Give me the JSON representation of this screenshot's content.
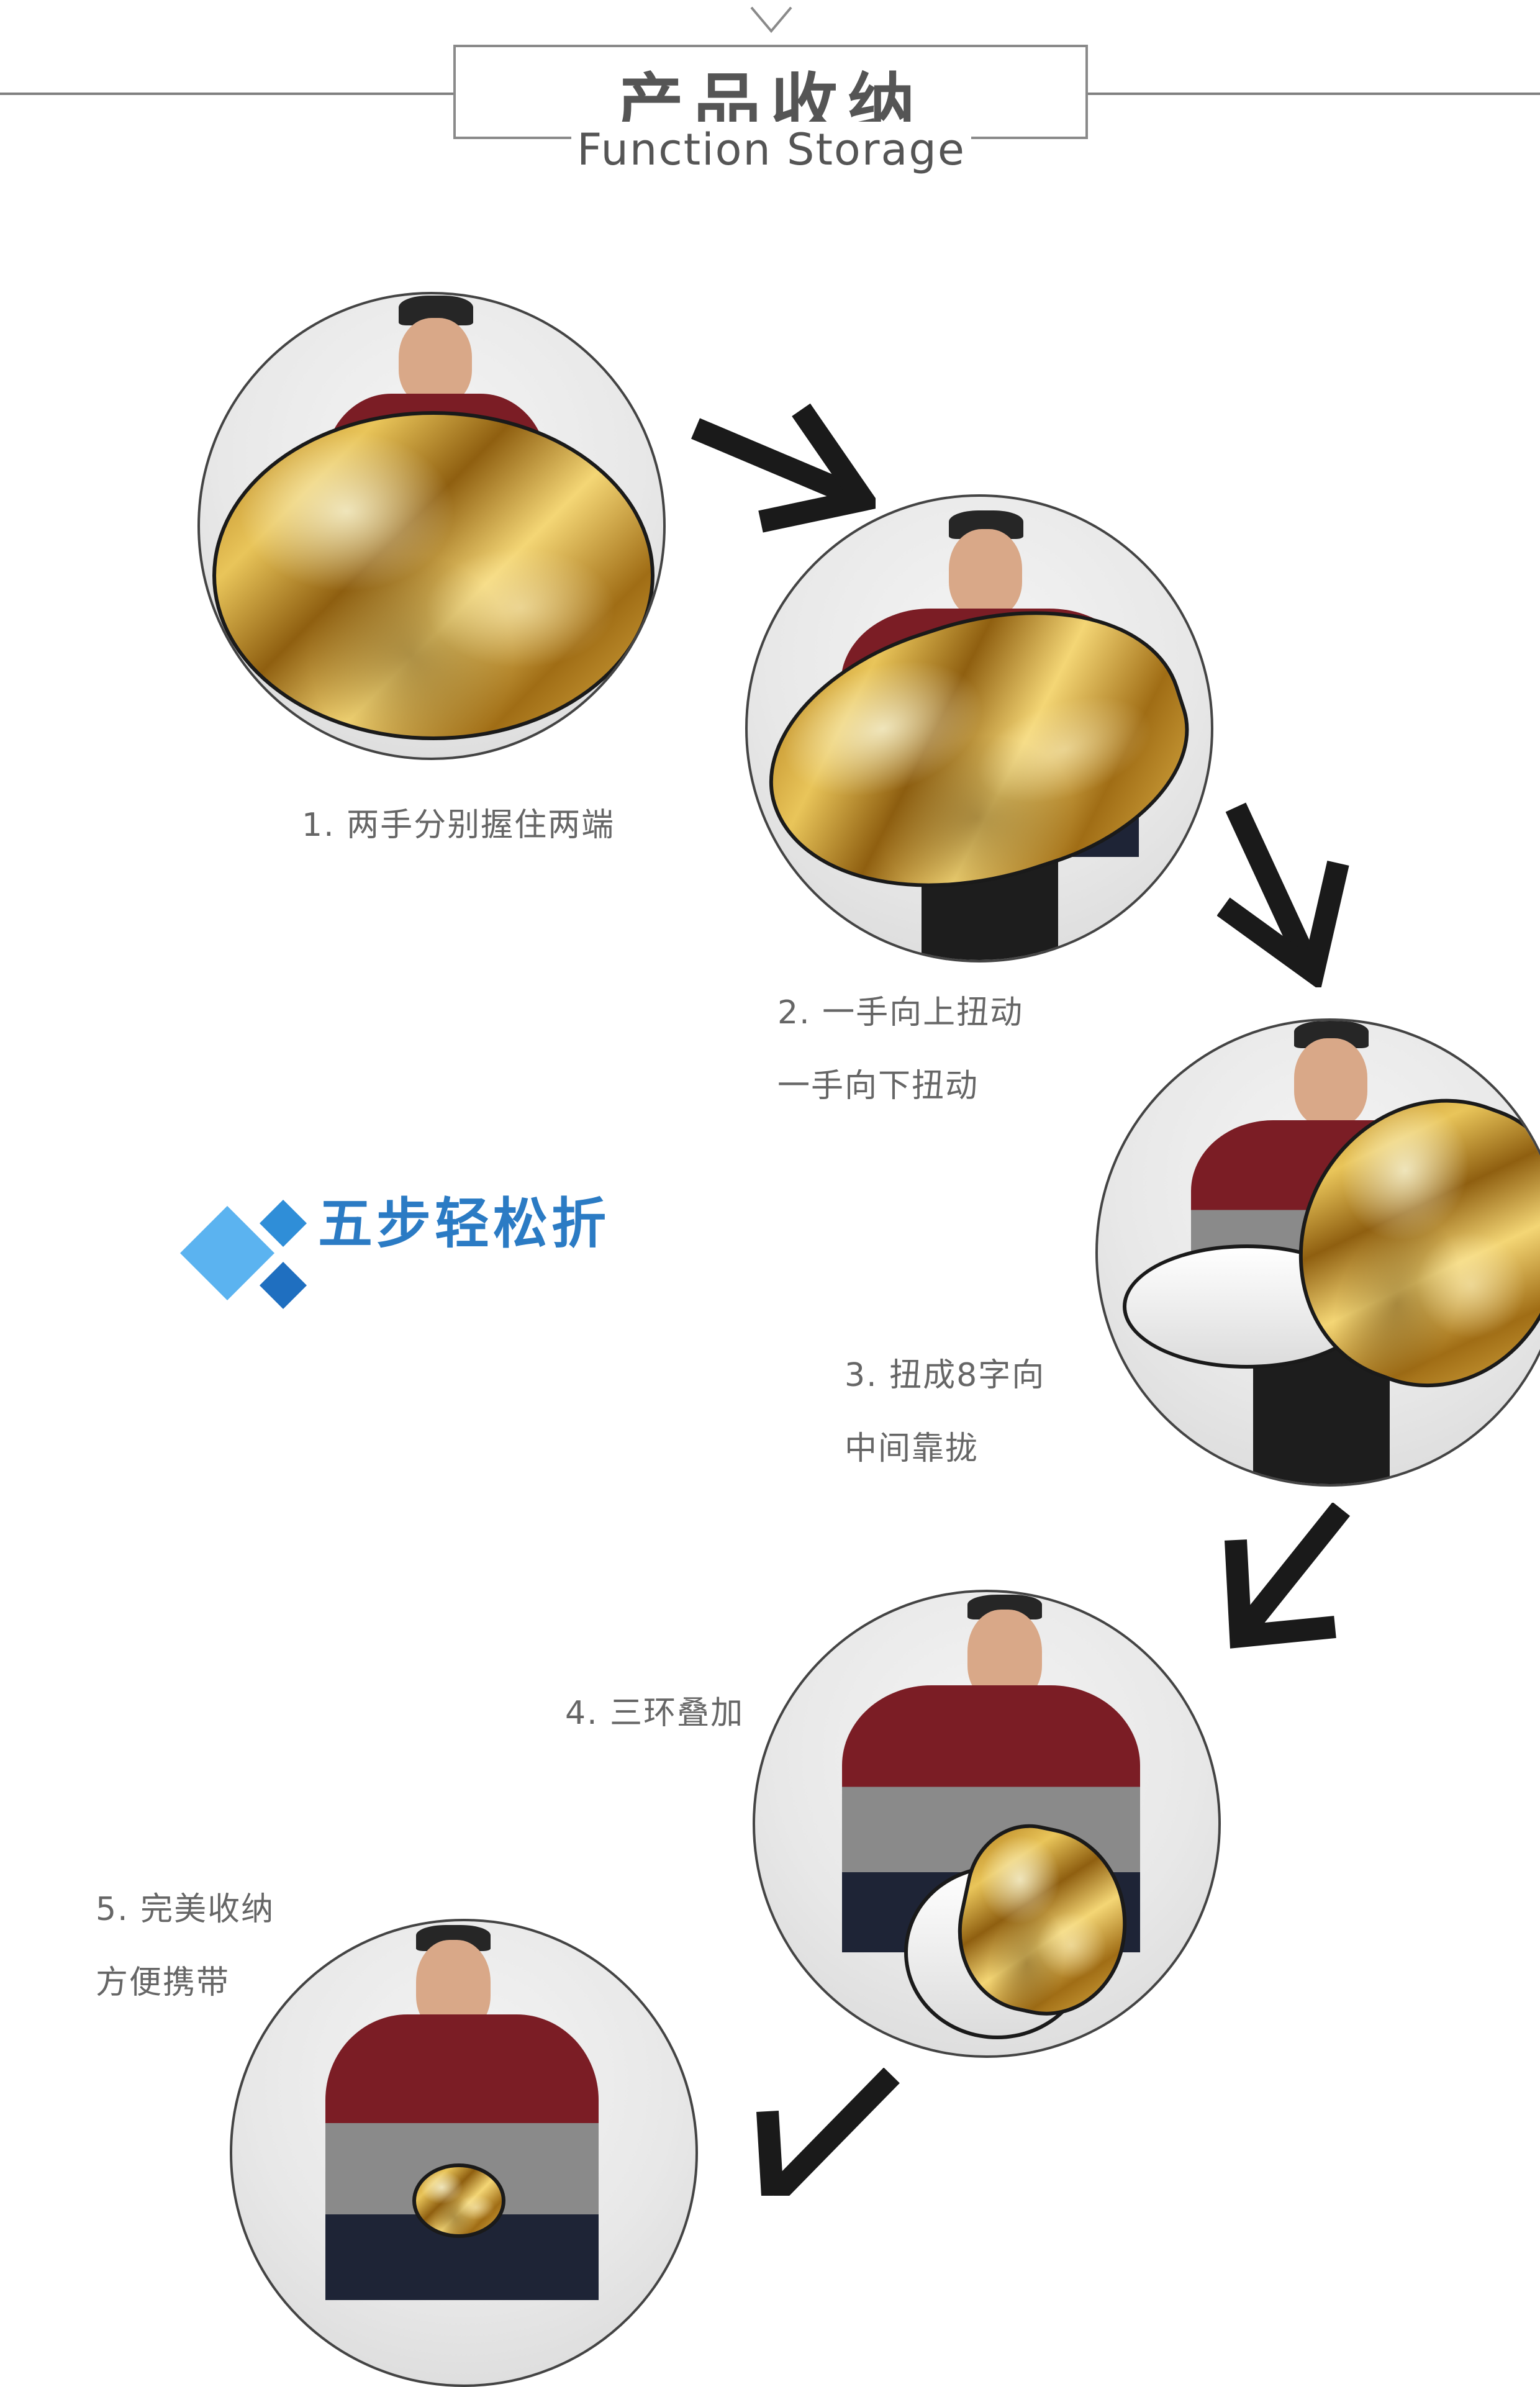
{
  "header": {
    "title_cn": "产品收纳",
    "title_en": "Function Storage"
  },
  "badge": {
    "text": "五步轻松折",
    "colors": [
      "#5bb3f0",
      "#2f8ed8",
      "#1f6fc0"
    ]
  },
  "steps": [
    {
      "line1": "1. 两手分别握住两端",
      "line2": ""
    },
    {
      "line1": "2. 一手向上扭动",
      "line2": "一手向下扭动"
    },
    {
      "line1": "3. 扭成8字向",
      "line2": "中间靠拢"
    },
    {
      "line1": "4. 三环叠加",
      "line2": ""
    },
    {
      "line1": "5. 完美收纳",
      "line2": "方便携带"
    }
  ],
  "icons": [
    "chevron-down-icon",
    "arrow-icon",
    "diamond-icon"
  ],
  "colors": {
    "accent_blue": "#2b7bc4",
    "gold": "#e9c55a",
    "text_gray": "#666666"
  }
}
